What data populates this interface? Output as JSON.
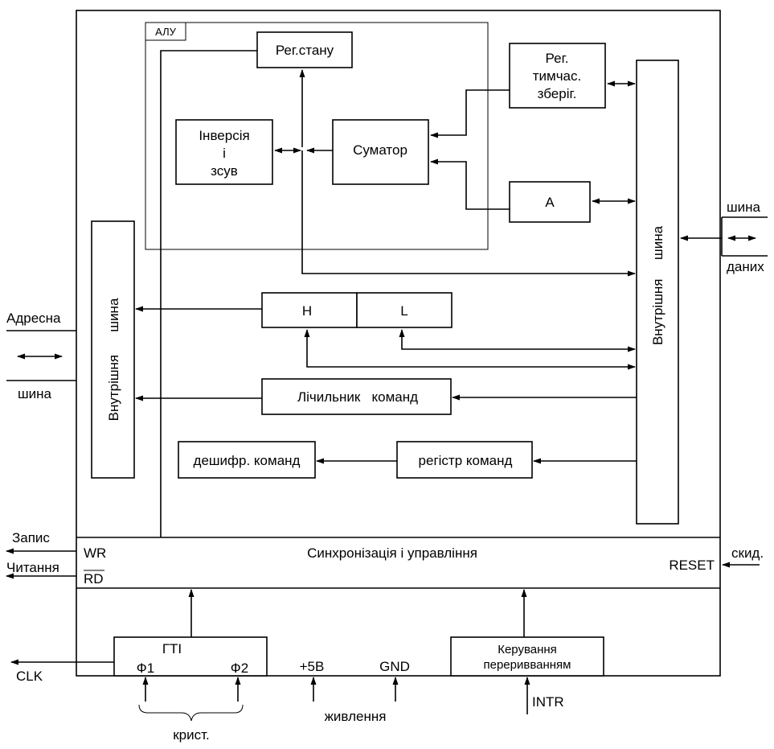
{
  "alu": {
    "label": "АЛУ"
  },
  "blocks": {
    "status_reg": "Рег.стану",
    "temp_reg": [
      "Рег.",
      "тимчас.",
      "зберіг."
    ],
    "inversion": [
      "Інверсія",
      "і",
      "зсув"
    ],
    "adder": "Суматор",
    "accumulator": "A",
    "reg_h": "H",
    "reg_l": "L",
    "program_counter": "Лічильник   команд",
    "instr_decoder": "дешифр. команд",
    "instr_register": "регістр команд",
    "sync_control": "Синхронізація і управління",
    "clock_gen": "ГТІ",
    "interrupt_control": [
      "Керування",
      "переривванням"
    ]
  },
  "buses": {
    "internal_data_bus": "Внутрішня     шина",
    "internal_addr_bus": "Внутрішня      шина"
  },
  "signals": {
    "wr": "WR",
    "rd": "RD",
    "reset": "RESET",
    "phi1": "Ф1",
    "phi2": "Ф2",
    "plus5v": "+5В",
    "gnd": "GND"
  },
  "external": {
    "address_bus": [
      "Адресна",
      "шина"
    ],
    "data_bus": [
      "шина",
      "даних"
    ],
    "write": "Запис",
    "read": "Читання",
    "reset_in": "скид.",
    "clk": "CLK",
    "intr": "INTR",
    "power": "живлення",
    "crystal": "крист."
  }
}
